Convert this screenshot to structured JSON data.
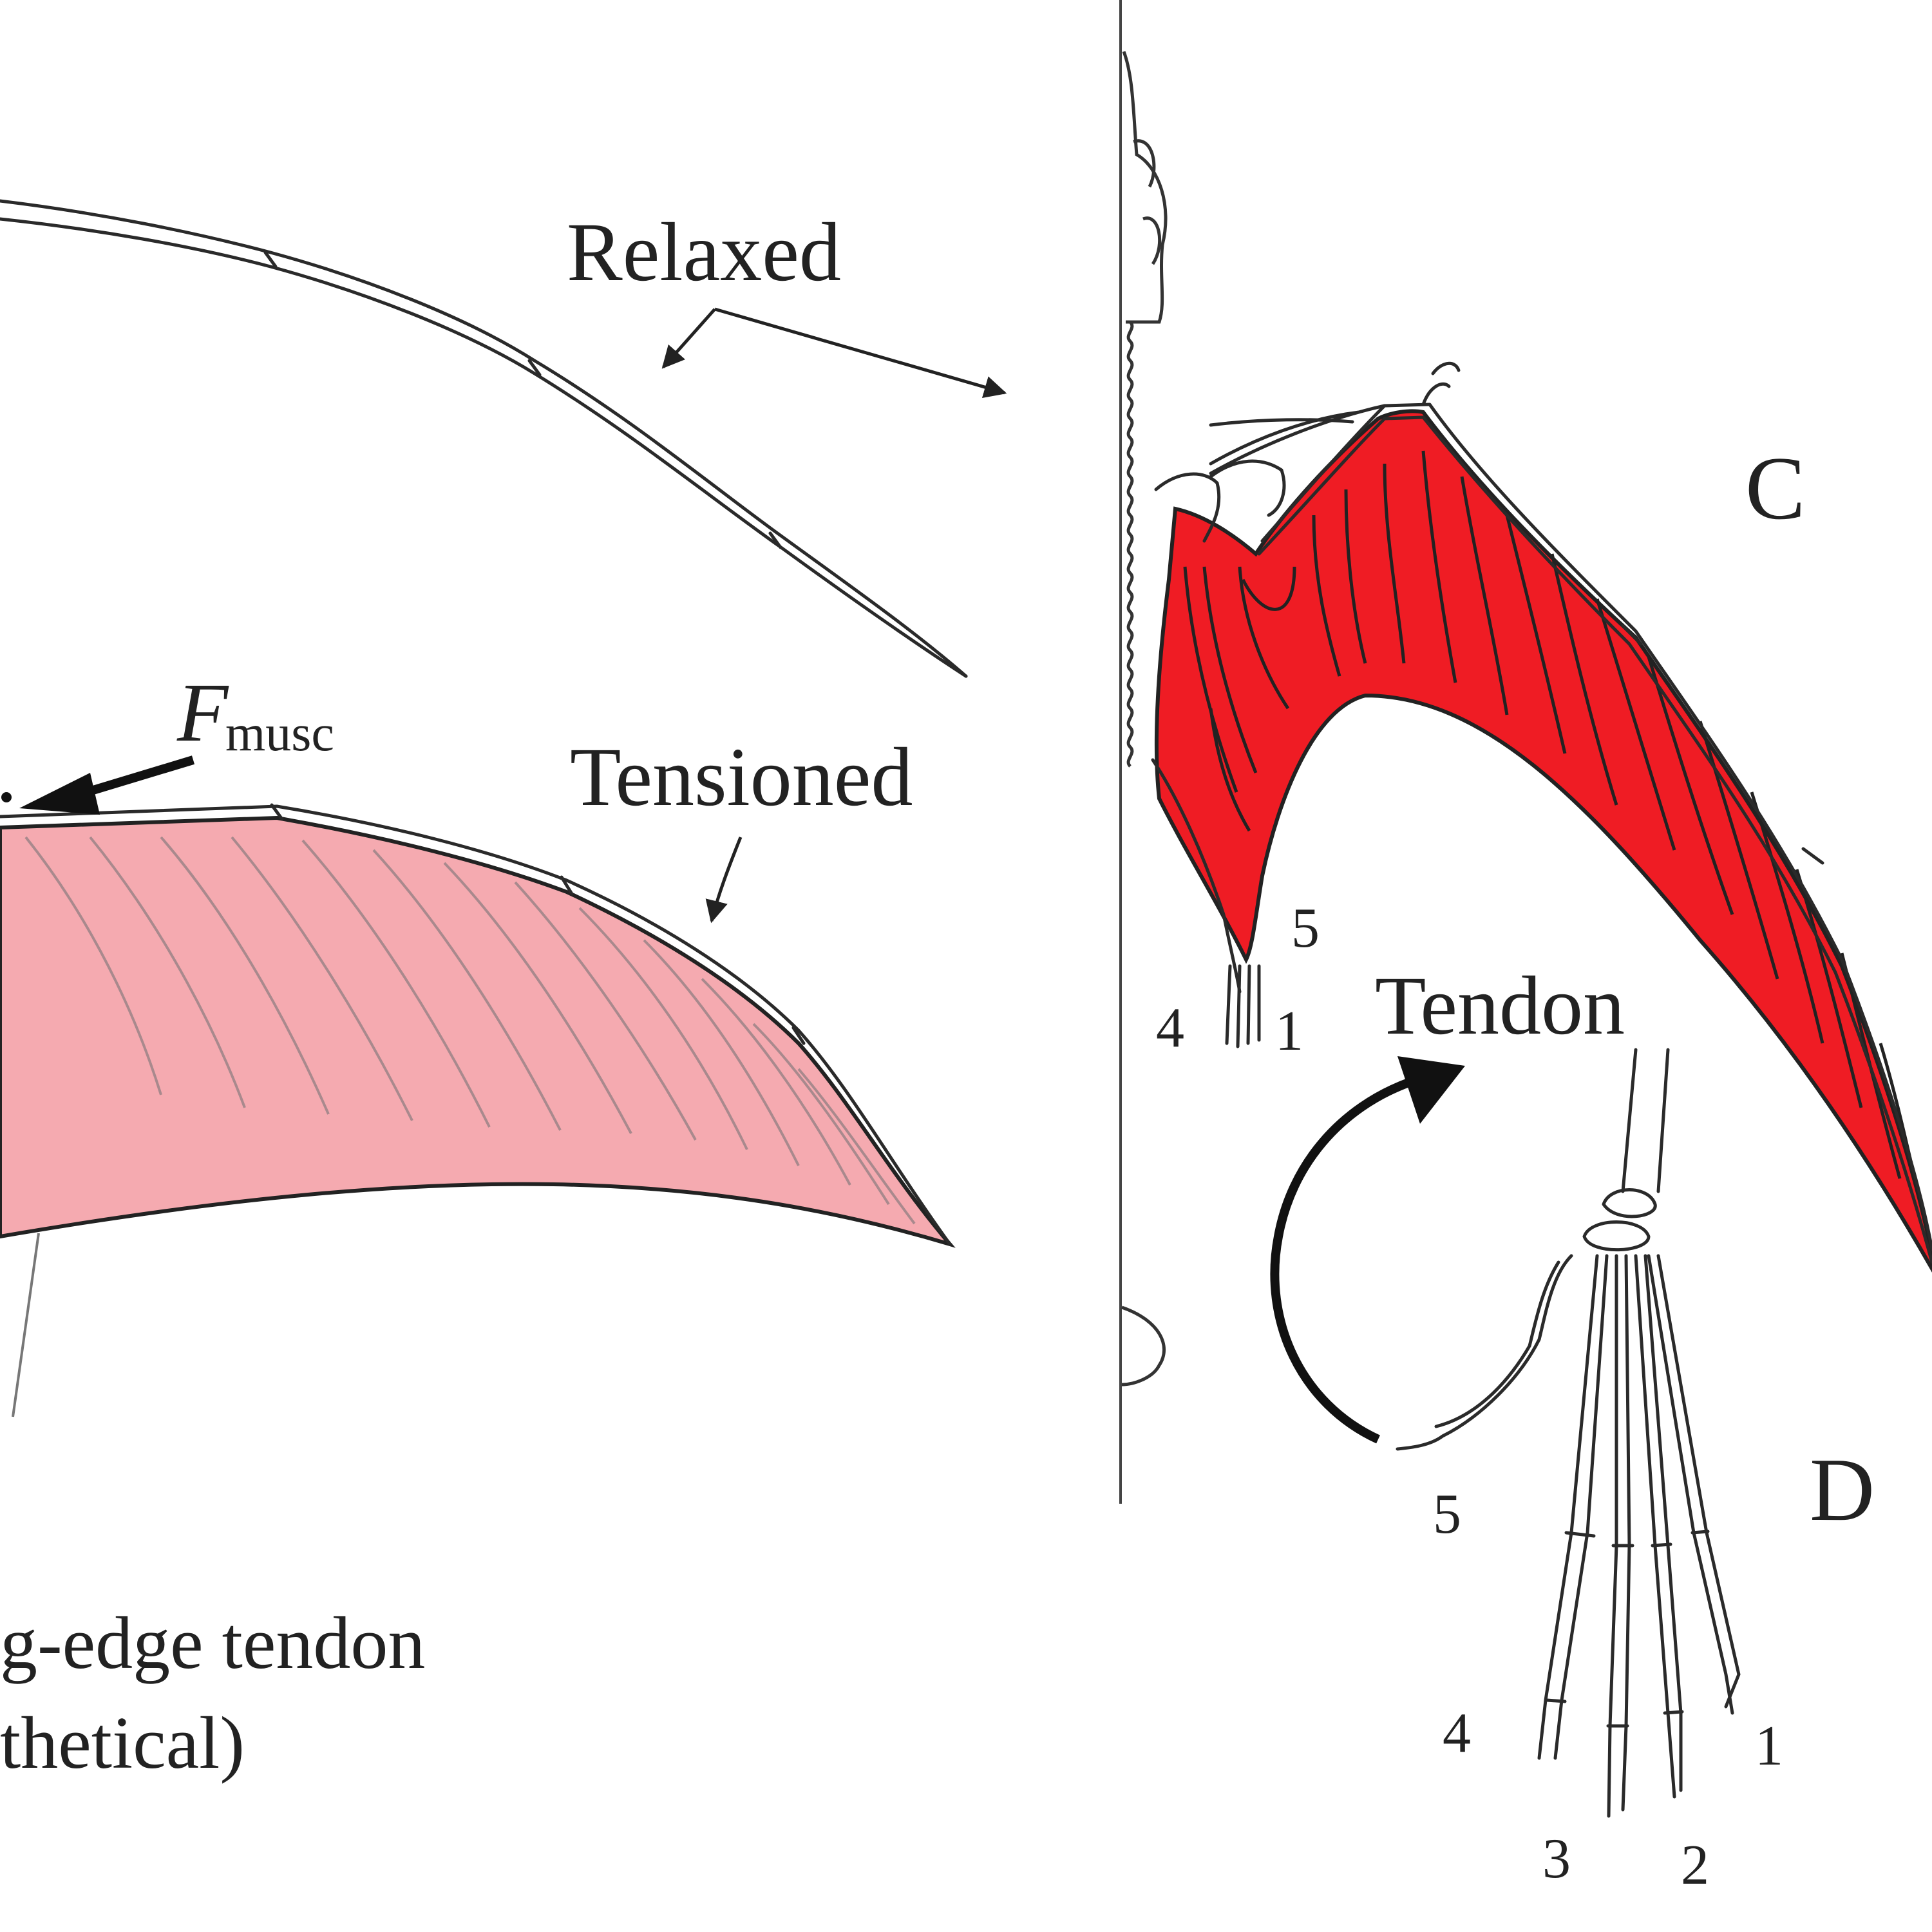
{
  "labels": {
    "relaxed": "Relaxed",
    "tensioned": "Tensioned",
    "force_symbol": "F",
    "force_subscript": "musc",
    "tendon": "Tendon",
    "panel_c": "C",
    "panel_d": "D",
    "caption_line1": "g-edge tendon",
    "caption_line2": "thetical)"
  },
  "digits_c": {
    "d4": "4",
    "d1": "1",
    "d5": "5"
  },
  "digits_d": {
    "d5": "5",
    "d4": "4",
    "d1": "1",
    "d3": "3",
    "d2": "2"
  },
  "colors": {
    "tensioned_membrane": "#f5aab0",
    "tensioned_fibers": "#a9898d",
    "muscle_membrane": "#ef1c24",
    "outline": "#222222"
  }
}
